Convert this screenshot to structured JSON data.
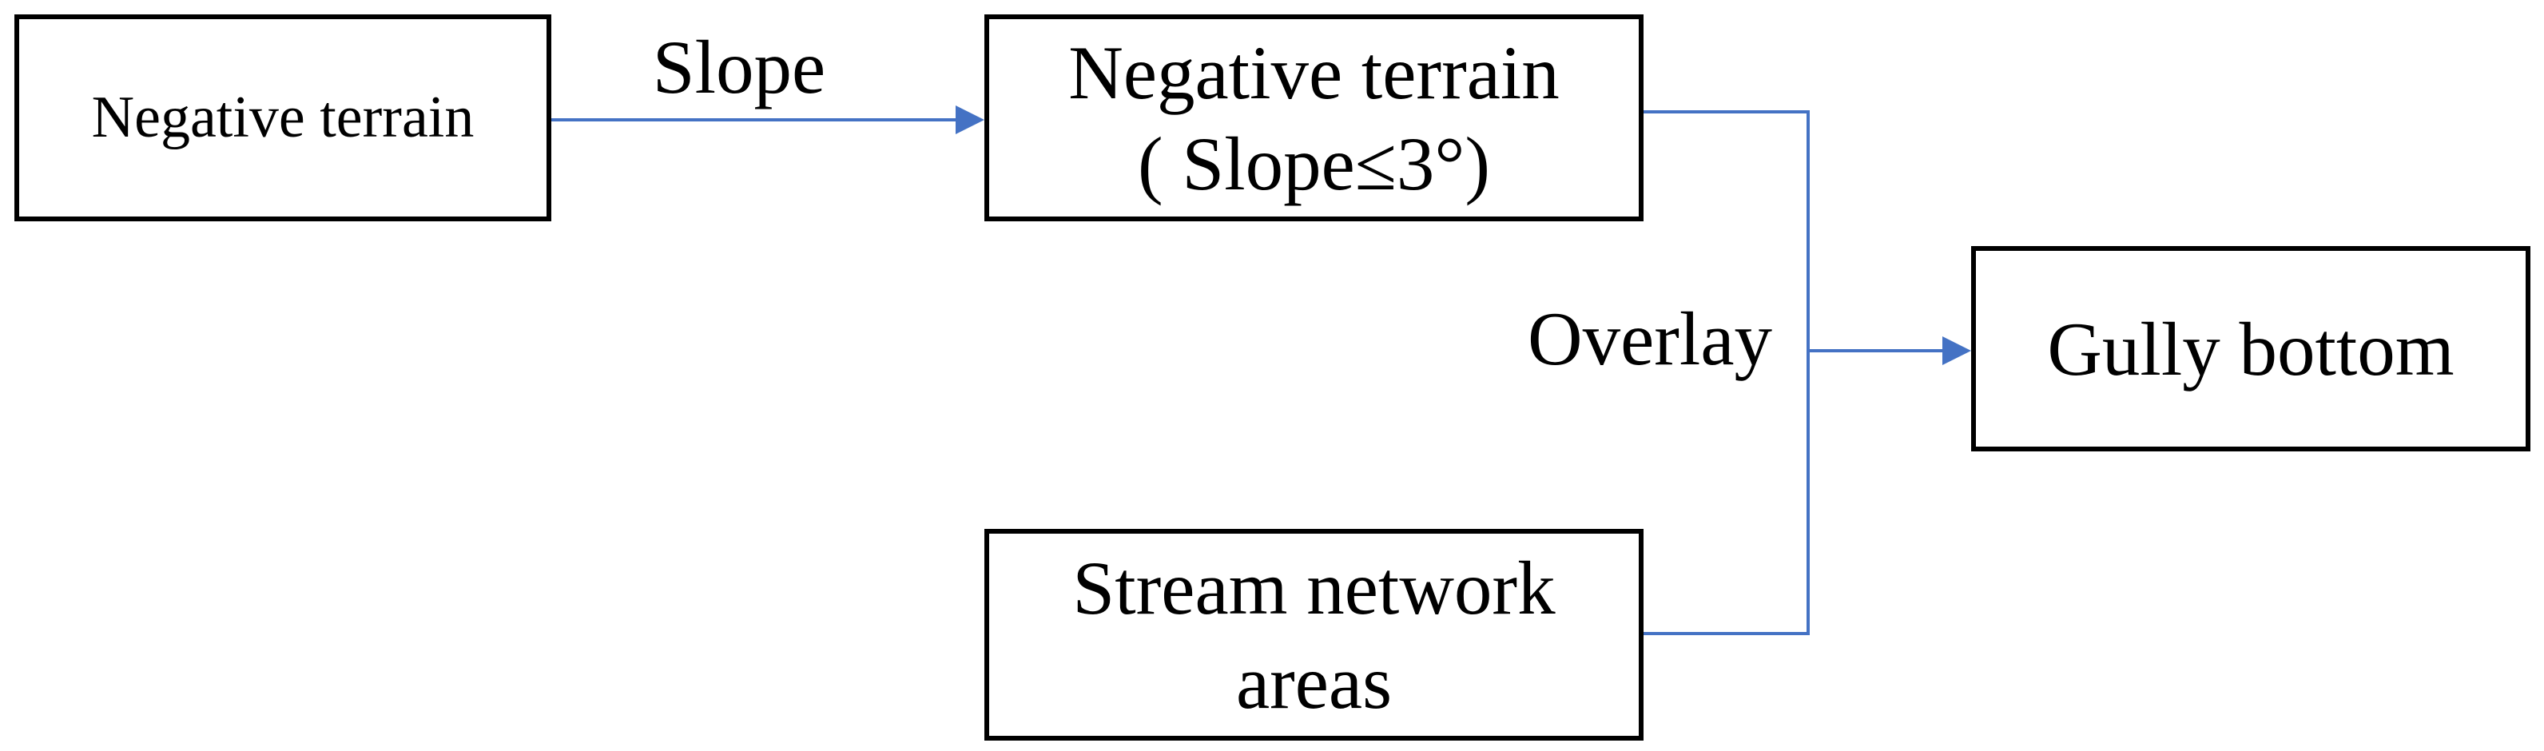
{
  "diagram": {
    "description": "Flowchart for extracting gully bottom from negative terrain and stream network areas",
    "colors": {
      "connector": "#4472C4",
      "box_border": "#000000",
      "box_fill": "#ffffff",
      "text": "#000000",
      "background": "#ffffff"
    },
    "nodes": {
      "negative_terrain": {
        "label": "Negative terrain"
      },
      "negative_terrain_slope": {
        "line1": "Negative terrain",
        "line2": "( Slope≤3°)"
      },
      "stream_network": {
        "line1": "Stream network",
        "line2": "areas"
      },
      "gully_bottom": {
        "label": "Gully bottom"
      }
    },
    "edges": {
      "slope": {
        "label": "Slope"
      },
      "overlay": {
        "label": "Overlay"
      }
    }
  }
}
